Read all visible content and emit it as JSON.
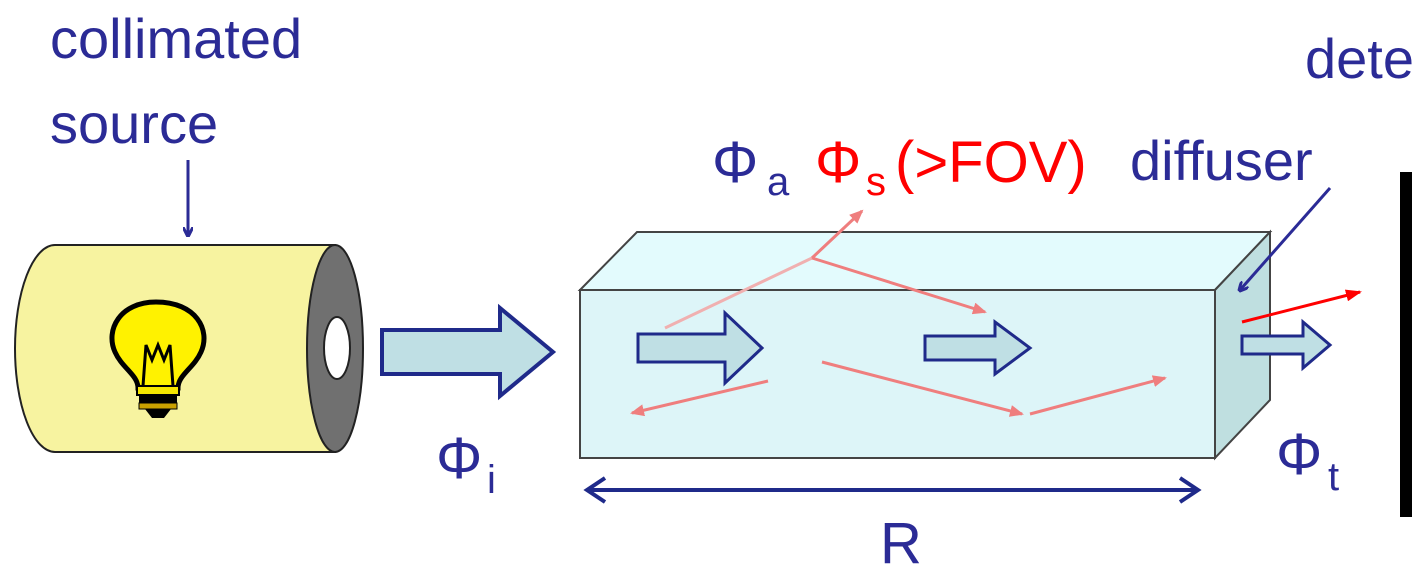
{
  "labels": {
    "source_line1": "collimated",
    "source_line2": "source",
    "detector": "dete",
    "phi": "Φ",
    "sub_a": "a",
    "sub_s": "s",
    "fov": "(>FOV)",
    "diffuser": "diffuser",
    "sub_i": "i",
    "sub_t": "t",
    "length": "R"
  },
  "colors": {
    "text_blue": "#2b2b96",
    "text_red": "#ff0000",
    "tube_yellow": "#f7f3a0",
    "box_fill": "#ddf5f8",
    "arrow_fill": "#bfdfe4",
    "arrow_stroke": "#1f2a8a",
    "scatter_red": "#ef7e7e",
    "bulb_yellow": "#fff200"
  },
  "icons": [
    "lightbulb-icon",
    "arrow-right-icon",
    "double-arrow-icon"
  ]
}
